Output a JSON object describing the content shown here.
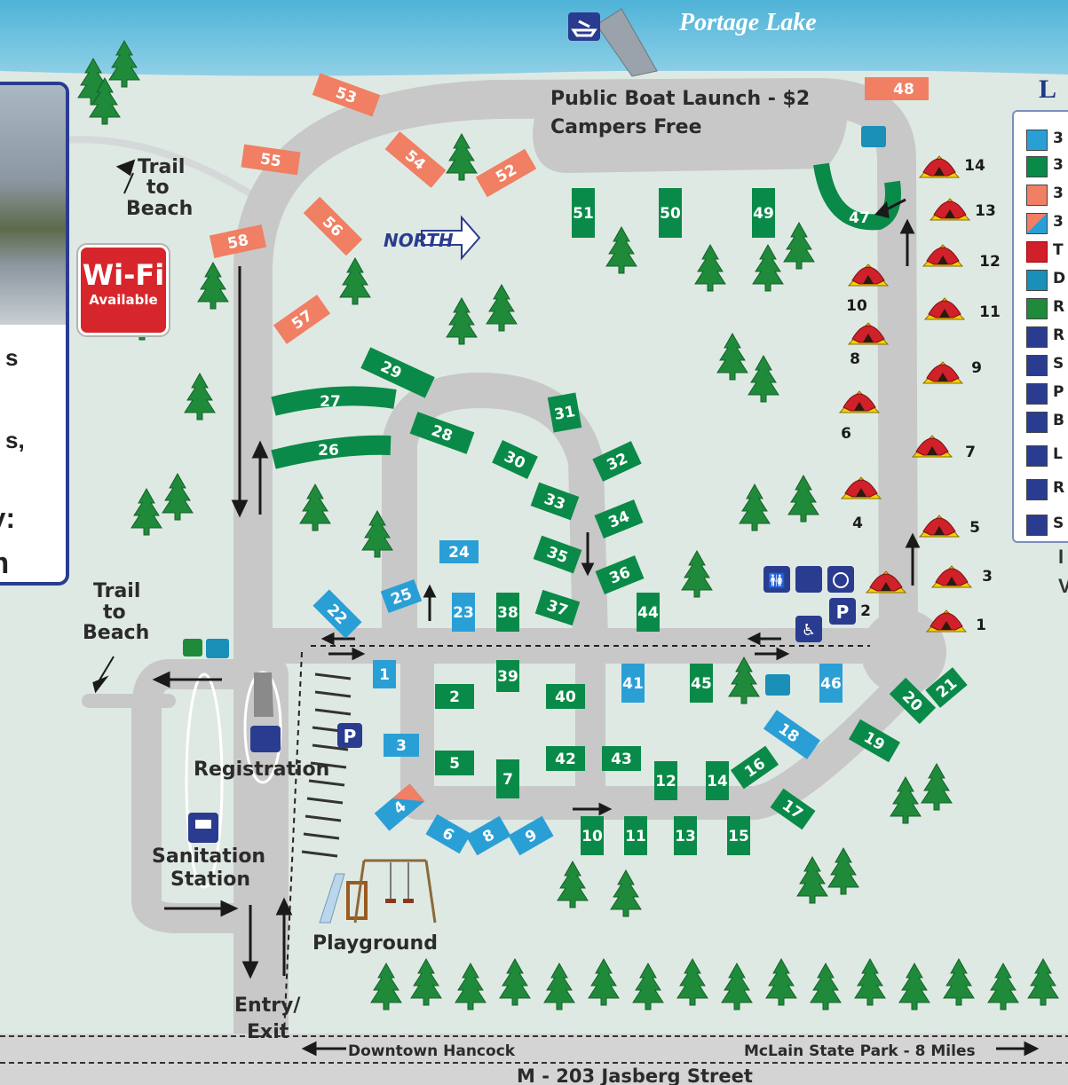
{
  "lake": {
    "name": "Portage Lake"
  },
  "boat_launch": {
    "line1": "Public Boat Launch - $2",
    "line2": "Campers Free"
  },
  "trail_top": {
    "line1": "Trail",
    "line2": "to",
    "line3": "Beach"
  },
  "trail_left": {
    "line1": "Trail",
    "line2": "to",
    "line3": "Beach"
  },
  "north": "NORTH",
  "wifi": {
    "line1": "Wi-Fi",
    "line2": "Available"
  },
  "registration": "Registration",
  "sanitation": {
    "line1": "Sanitation",
    "line2": "Station"
  },
  "playground": "Playground",
  "entry": {
    "line1": "Entry/",
    "line2": "Exit"
  },
  "bottom": {
    "street": "M - 203  Jasberg Street",
    "left_dir": "Downtown Hancock",
    "right_dir": "McLain State Park - 8 Miles"
  },
  "left_panel_fragments": [
    "s",
    "s,",
    "ty:",
    "m"
  ],
  "legend": {
    "title_fragment": "L",
    "rows": [
      "3",
      "3",
      "3",
      "3",
      "T",
      "D",
      "R",
      "R",
      "S",
      "P",
      "B",
      "L",
      "R",
      "S"
    ]
  },
  "right_fragments": [
    "I",
    "V"
  ],
  "colors": {
    "site_green": "#0a8a48",
    "site_blue": "#2a9fd6",
    "site_orange": "#f07f63",
    "road": "#c8c8c8",
    "lake": "#57b9da",
    "tree": "#1f8a3a",
    "tent": "#d0202a"
  },
  "sites": [
    {
      "n": "53",
      "c": "orange"
    },
    {
      "n": "48",
      "c": "orange"
    },
    {
      "n": "55",
      "c": "orange"
    },
    {
      "n": "54",
      "c": "orange"
    },
    {
      "n": "52",
      "c": "orange"
    },
    {
      "n": "58",
      "c": "orange"
    },
    {
      "n": "56",
      "c": "orange"
    },
    {
      "n": "57",
      "c": "orange"
    },
    {
      "n": "51",
      "c": "green"
    },
    {
      "n": "50",
      "c": "green"
    },
    {
      "n": "49",
      "c": "green"
    },
    {
      "n": "47",
      "c": "green"
    },
    {
      "n": "29",
      "c": "green"
    },
    {
      "n": "27",
      "c": "green"
    },
    {
      "n": "26",
      "c": "green"
    },
    {
      "n": "28",
      "c": "green"
    },
    {
      "n": "31",
      "c": "green"
    },
    {
      "n": "30",
      "c": "green"
    },
    {
      "n": "32",
      "c": "green"
    },
    {
      "n": "33",
      "c": "green"
    },
    {
      "n": "34",
      "c": "green"
    },
    {
      "n": "35",
      "c": "green"
    },
    {
      "n": "36",
      "c": "green"
    },
    {
      "n": "37",
      "c": "green"
    },
    {
      "n": "38",
      "c": "green"
    },
    {
      "n": "44",
      "c": "green"
    },
    {
      "n": "24",
      "c": "blue"
    },
    {
      "n": "25",
      "c": "blue"
    },
    {
      "n": "23",
      "c": "blue"
    },
    {
      "n": "22",
      "c": "blue"
    },
    {
      "n": "1",
      "c": "blue"
    },
    {
      "n": "3",
      "c": "blue"
    },
    {
      "n": "4",
      "c": "mixed"
    },
    {
      "n": "6",
      "c": "blue"
    },
    {
      "n": "8",
      "c": "blue"
    },
    {
      "n": "9",
      "c": "blue"
    },
    {
      "n": "2",
      "c": "green"
    },
    {
      "n": "39",
      "c": "green"
    },
    {
      "n": "40",
      "c": "green"
    },
    {
      "n": "5",
      "c": "green"
    },
    {
      "n": "7",
      "c": "green"
    },
    {
      "n": "42",
      "c": "green"
    },
    {
      "n": "43",
      "c": "green"
    },
    {
      "n": "41",
      "c": "blue"
    },
    {
      "n": "45",
      "c": "green"
    },
    {
      "n": "46",
      "c": "blue"
    },
    {
      "n": "18",
      "c": "blue"
    },
    {
      "n": "12",
      "c": "green"
    },
    {
      "n": "14",
      "c": "green"
    },
    {
      "n": "16",
      "c": "green"
    },
    {
      "n": "17",
      "c": "green"
    },
    {
      "n": "19",
      "c": "green"
    },
    {
      "n": "20",
      "c": "green"
    },
    {
      "n": "21",
      "c": "green"
    },
    {
      "n": "10",
      "c": "green"
    },
    {
      "n": "11",
      "c": "green"
    },
    {
      "n": "13",
      "c": "green"
    },
    {
      "n": "15",
      "c": "green"
    }
  ],
  "tents": [
    "14",
    "13",
    "12",
    "11",
    "10",
    "9",
    "8",
    "7",
    "6",
    "5",
    "4",
    "3",
    "2",
    "1"
  ]
}
